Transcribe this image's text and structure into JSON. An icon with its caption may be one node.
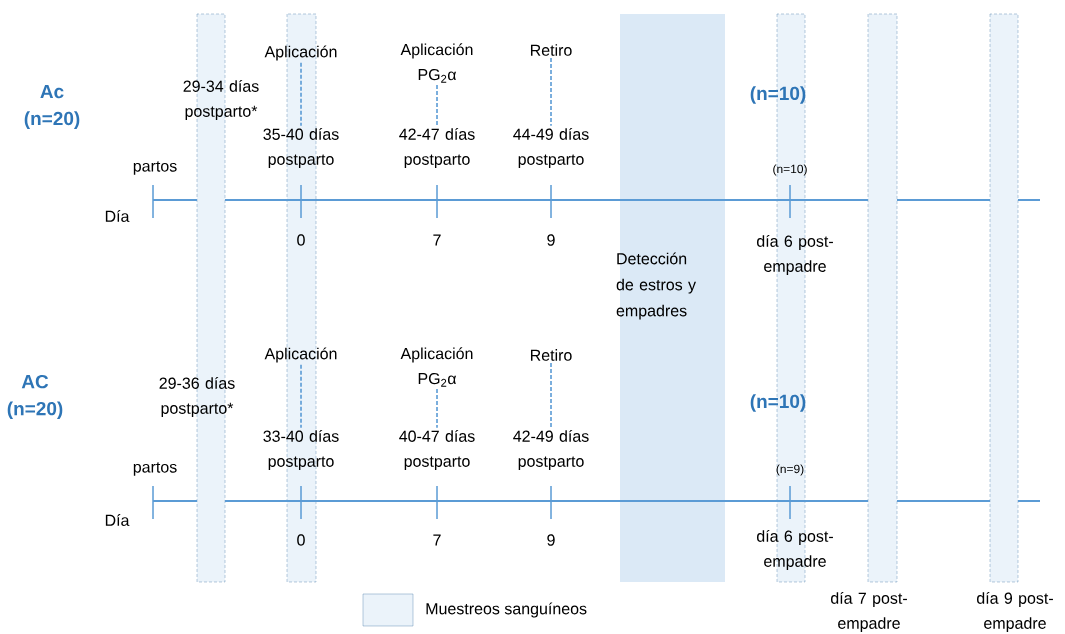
{
  "diagram": {
    "nodes": [
      {
        "text": [
          "Detección de estros y empadres"
        ]
      },
      {
        "text": [
          "Aplicación"
        ]
      },
      {
        "text": [
          "35-40 días postparto"
        ]
      },
      {
        "text": [
          "Aplicación PG$_{2}$α"
        ]
      },
      {
        "text": [
          "42-47 días postparto"
        ]
      },
      {
        "text": [
          "Retiro"
        ]
      },
      {
        "text": [
          "44-49 días postparto"
        ]
      },
      {
        "text": [
          "Aplicación"
        ]
      },
      {
        "text": [
          "33-40 días postparto"
        ]
      },
      {
        "text": [
          "Aplicación PG$_{2}$α"
        ]
      },
      {
        "text": [
          "40-47 días postparto"
        ]
      },
      {
        "text": [
          "Retiro"
        ]
      },
      {
        "text": [
          "42-49 días postparto"
        ]
      }
    ],
    "edges": [
      {
        "from": 1,
        "to": 2,
        "arrow": "none",
        "style": "dashed"
      },
      {
        "from": 3,
        "to": 4,
        "arrow": "none",
        "style": "dashed"
      },
      {
        "from": 5,
        "to": 6,
        "arrow": "none",
        "style": "dashed"
      },
      {
        "from": 7,
        "to": 8,
        "arrow": "none",
        "style": "dashed"
      },
      {
        "from": 9,
        "to": 10,
        "arrow": "none",
        "style": "dashed"
      },
      {
        "from": 11,
        "to": 12,
        "arrow": "none",
        "style": "dashed"
      }
    ],
    "labels": [
      "Ac (n=20)",
      "29-34 días postparto*",
      "(n=10)",
      "partos",
      "(n=10)",
      "Día",
      "0",
      "7",
      "9",
      "día 6 post-empadre",
      "AC (n=20)",
      "29-36 días postparto*",
      "(n=10)",
      "partos",
      "(n=9)",
      "Día",
      "0",
      "7",
      "9",
      "día 6 post-empadre",
      "día 7 post-empadre",
      "día 9 post-empadre"
    ],
    "legend": [
      {
        "text": "Muestreos sanguíneos"
      }
    ]
  }
}
